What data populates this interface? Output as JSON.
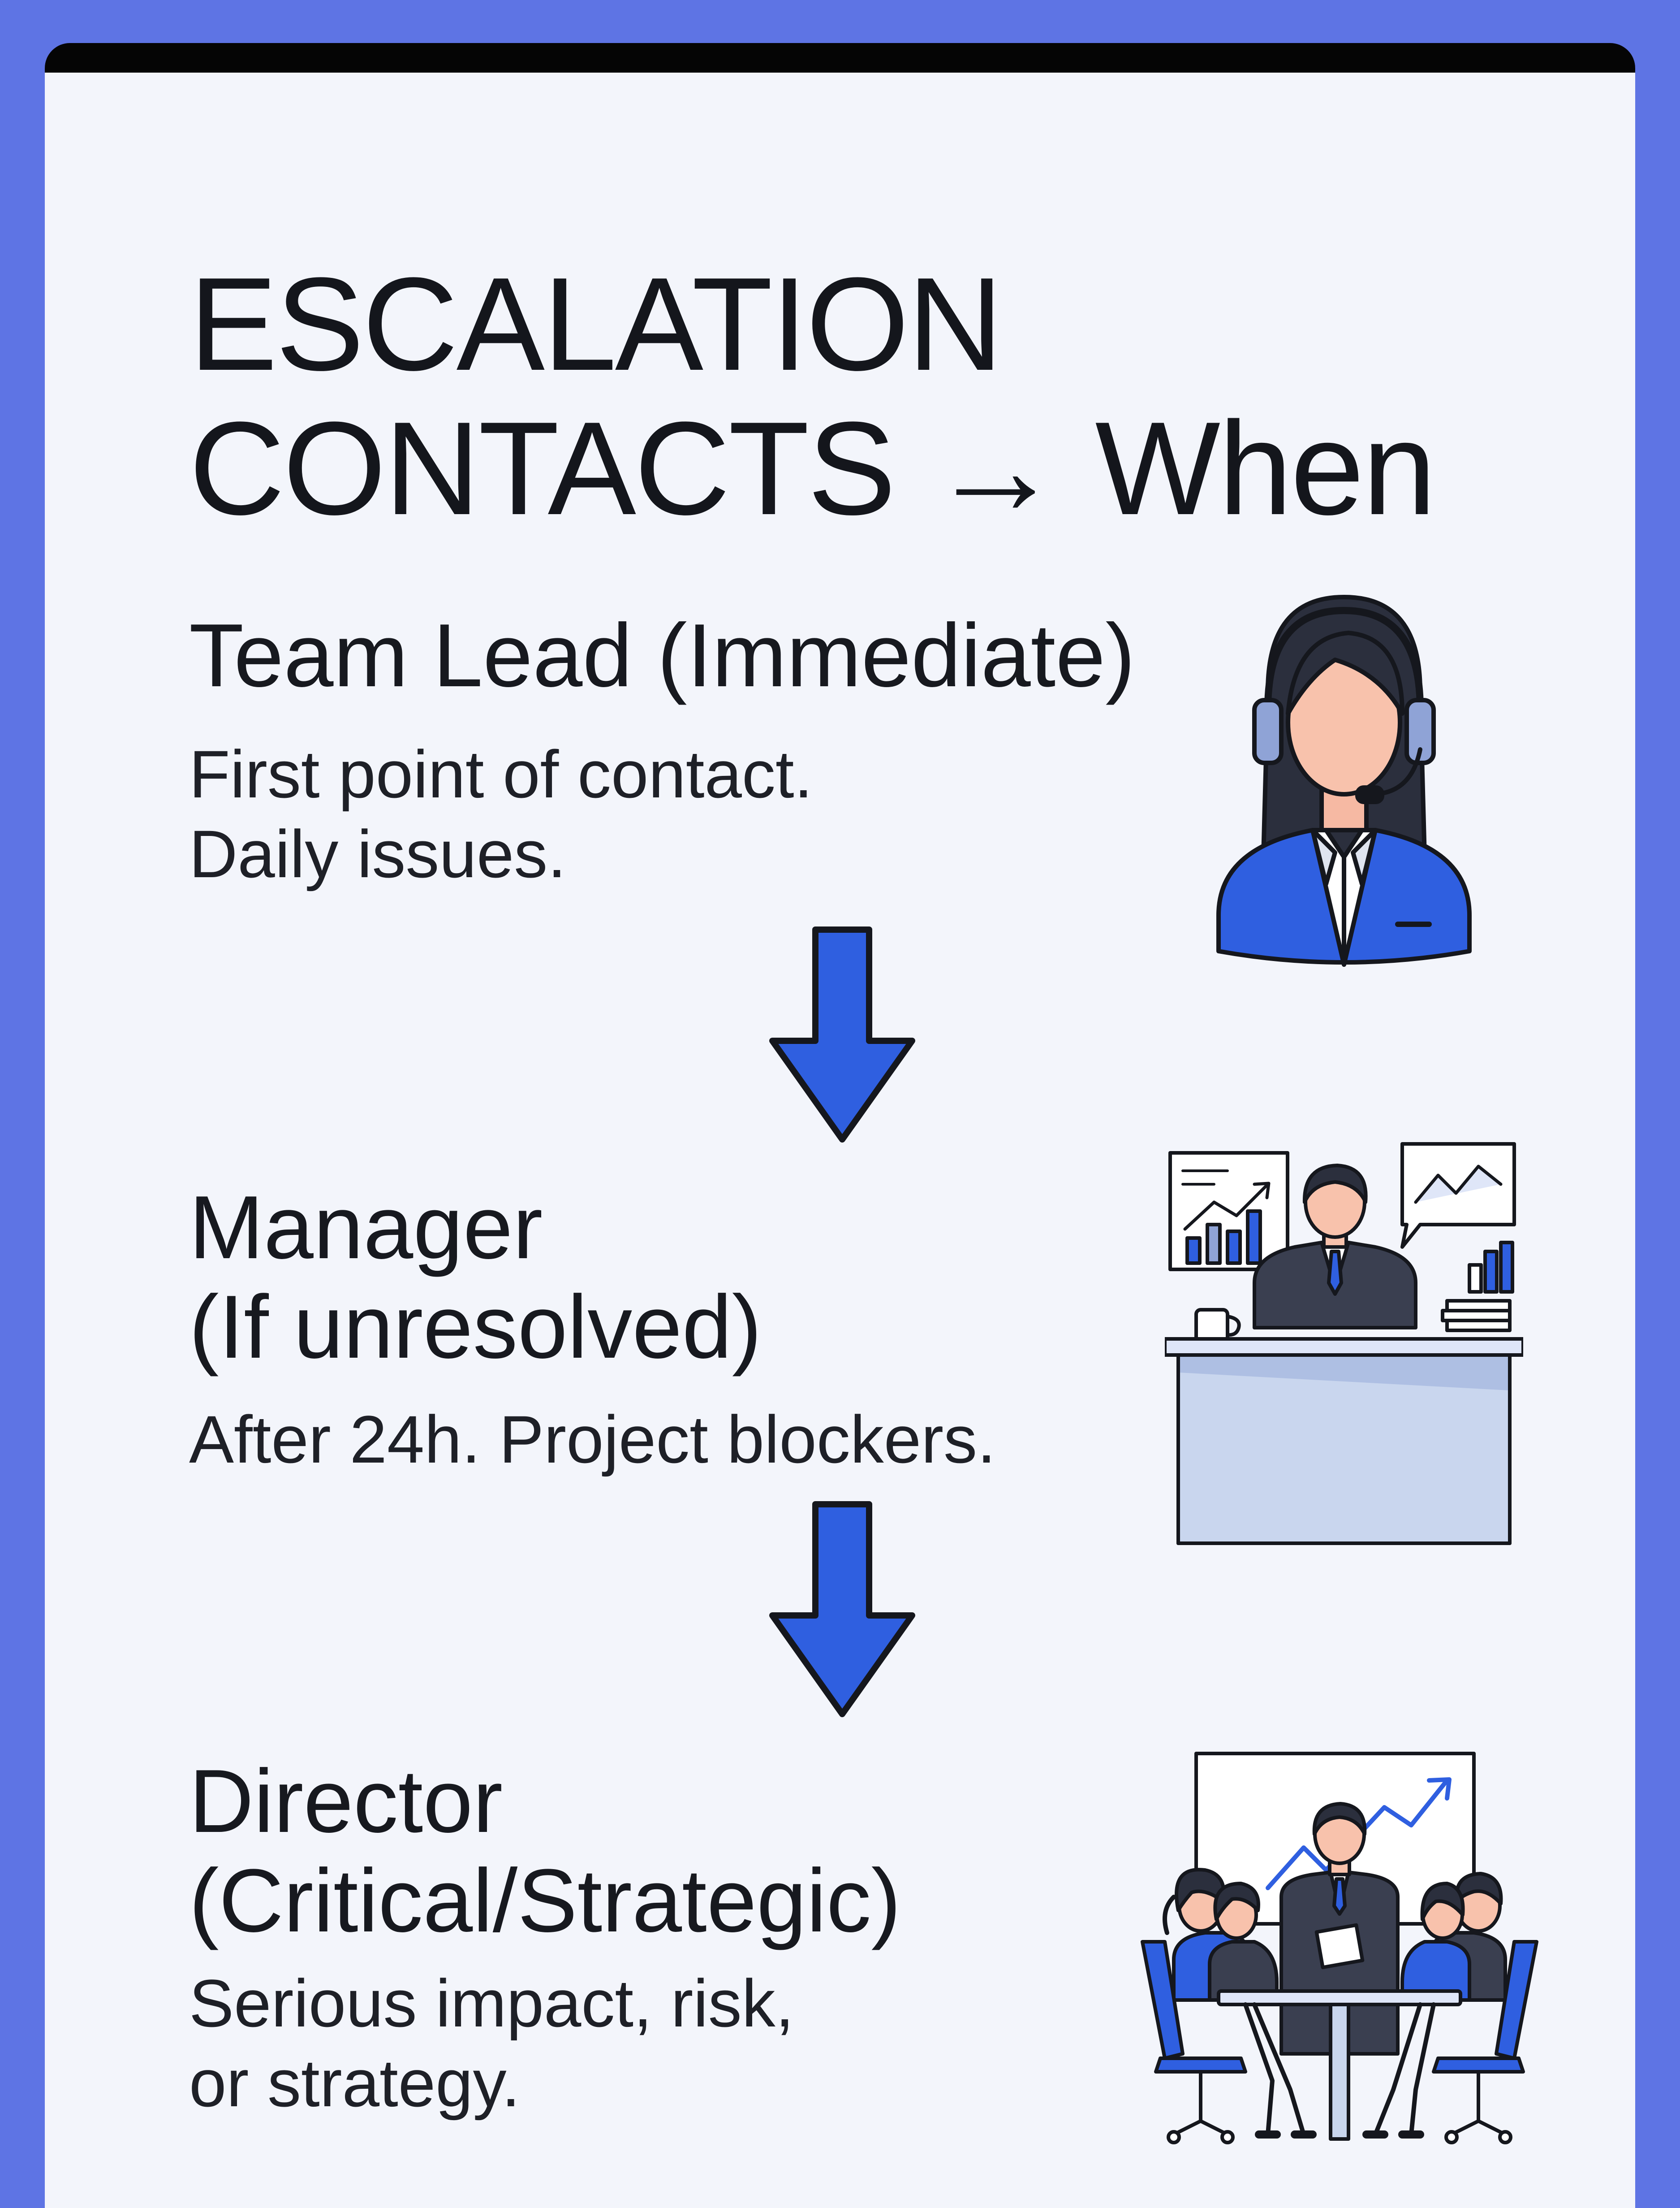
{
  "title": {
    "line1": "ESCALATION",
    "line2": "CONTACTS → When"
  },
  "stages": [
    {
      "title_line1": "Team Lead (Immediate)",
      "desc_line1": "First point of contact.",
      "desc_line2": "Daily issues.",
      "icon": "support-agent-headset-icon"
    },
    {
      "title_line1": "Manager",
      "title_line2": "(If unresolved)",
      "desc_line1": "After 24h. Project blockers.",
      "icon": "manager-at-desk-icon"
    },
    {
      "title_line1": "Director",
      "title_line2": "(Critical/Strategic)",
      "desc_line1": "Serious impact, risk,",
      "desc_line2": "or strategy.",
      "icon": "director-meeting-icon"
    }
  ],
  "colors": {
    "background": "#5e74e4",
    "card": "#f3f5fb",
    "accent_blue": "#2f5fe0",
    "text": "#14161c"
  }
}
